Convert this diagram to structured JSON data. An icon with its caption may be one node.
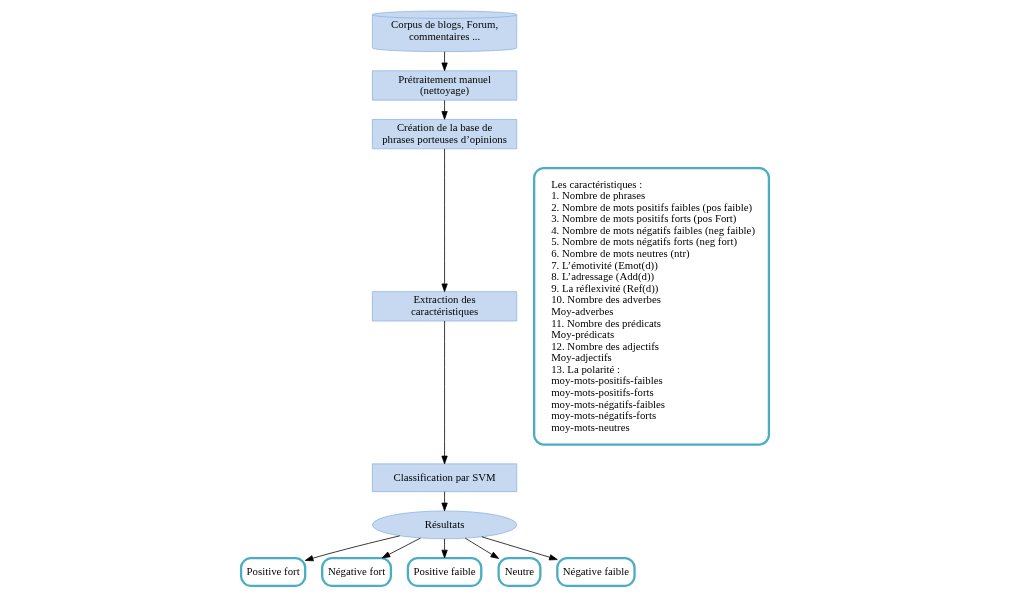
{
  "diagram": {
    "nodes": [
      {
        "text": [
          "Corpus de blogs, Forum, commentaires ..."
        ]
      },
      {
        "text": [
          "Prétraitement manuel (nettoyage)"
        ]
      },
      {
        "text": [
          "Création de la base de phrases porteuses d’opinions"
        ]
      },
      {
        "text": [
          "Extraction des caractéristiques"
        ]
      },
      {
        "text": [
          "Classification par SVM"
        ]
      },
      {
        "text": [
          "Résultats"
        ]
      },
      {
        "text": [
          "Positive fort"
        ]
      },
      {
        "text": [
          "Négative fort"
        ]
      },
      {
        "text": [
          "Positive faible"
        ]
      },
      {
        "text": [
          "Neutre"
        ]
      },
      {
        "text": [
          "Négative faible"
        ]
      },
      {
        "text": [
          "Les caractéristiques :",
          "1. Nombre de phrases",
          "2. Nombre de mots positifs faibles (pos faible)",
          "3. Nombre de mots positifs forts (pos Fort)",
          "4. Nombre de mots négatifs faibles (neg faible)",
          "5. Nombre de mots négatifs forts (neg fort)",
          "6. Nombre de mots neutres (ntr)",
          "7. L’émotivité (Emot(d))",
          "8. L’adressage (Add(d))",
          "9. La réflexivité (Ref(d))",
          "10. Nombre des adverbes",
          "Moy-adverbes",
          "11. Nombre des prédicats",
          "Moy-prédicats",
          "12. Nombre des adjectifs",
          "Moy-adjectifs",
          "13. La polarité :",
          "moy-mots-positifs-faibles",
          "moy-mots-positifs-forts",
          "moy-mots-négatifs-faibles",
          "moy-mots-négatifs-forts",
          "moy-mots-neutres"
        ]
      }
    ],
    "edges": [
      {
        "from": 0,
        "to": 1,
        "arrow": "to"
      },
      {
        "from": 1,
        "to": 2,
        "arrow": "to"
      },
      {
        "from": 2,
        "to": 3,
        "arrow": "to"
      },
      {
        "from": 3,
        "to": 4,
        "arrow": "to"
      },
      {
        "from": 4,
        "to": 5,
        "arrow": "to"
      },
      {
        "from": 5,
        "to": 8,
        "arrow": "to"
      },
      {
        "from": 5,
        "to": 6,
        "arrow": "to"
      },
      {
        "from": 5,
        "to": 9,
        "arrow": "to"
      },
      {
        "from": 5,
        "to": 7,
        "arrow": "to"
      },
      {
        "from": 5,
        "to": 10,
        "arrow": "to"
      }
    ]
  }
}
